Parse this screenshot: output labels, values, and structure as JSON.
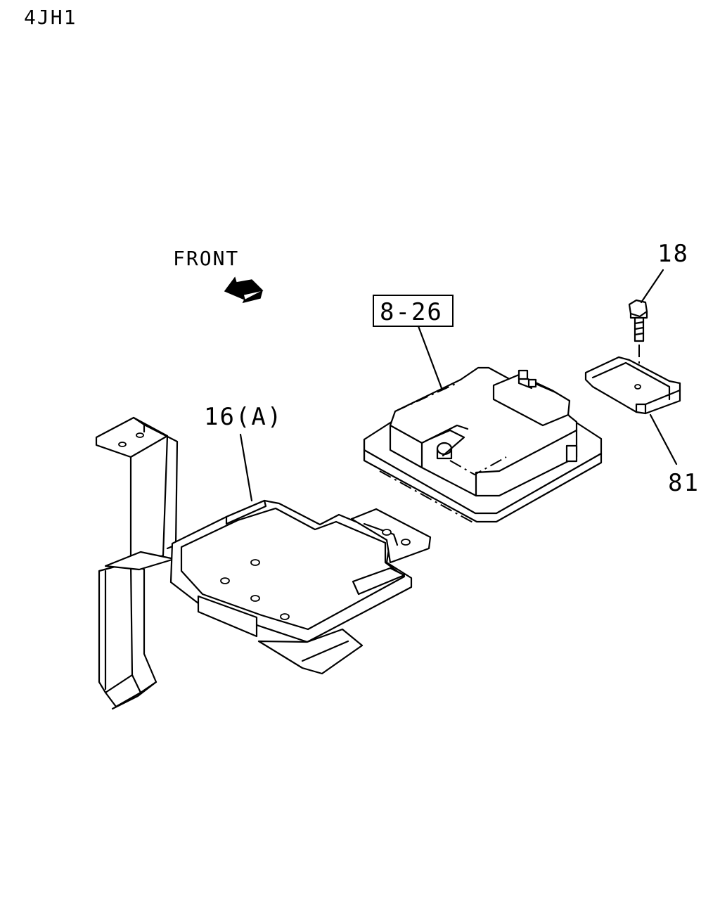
{
  "diagram": {
    "engine_code": "4JH1",
    "direction_label": "FRONT",
    "parts": [
      {
        "id": "bracket",
        "callout": "16(A)"
      },
      {
        "id": "control-unit",
        "callout": "8-26"
      },
      {
        "id": "bolt",
        "callout": "18"
      },
      {
        "id": "clamp",
        "callout": "81"
      }
    ]
  }
}
